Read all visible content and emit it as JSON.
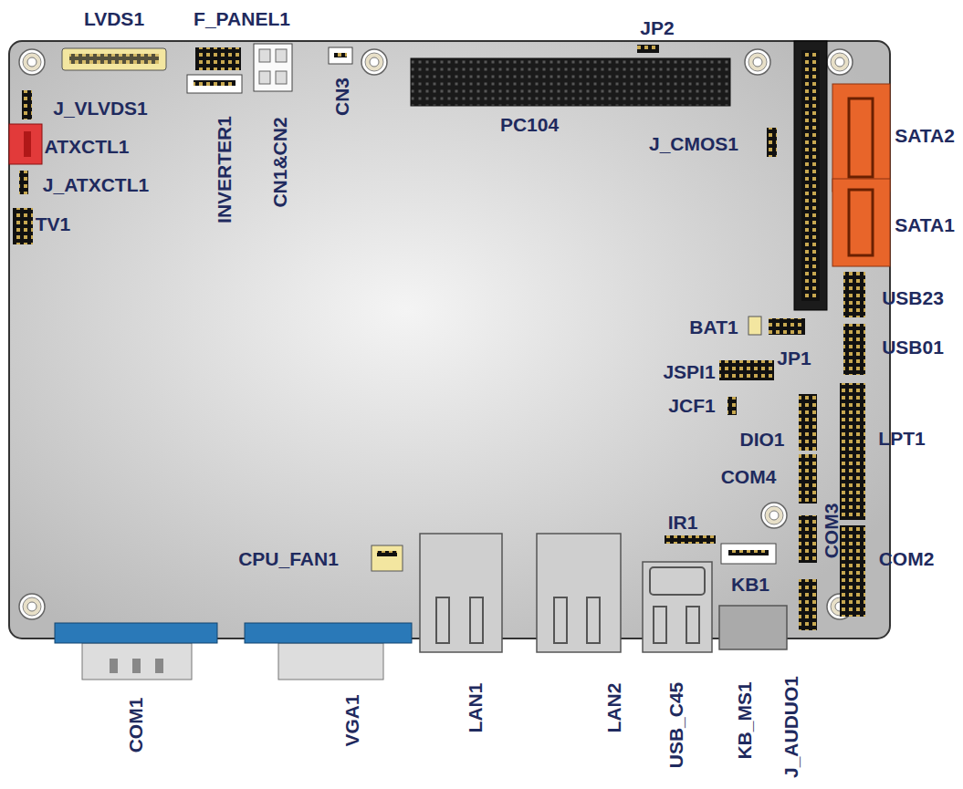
{
  "diagram": {
    "labels": [
      "LVDS1",
      "F_PANEL1",
      "JP2",
      "J_VLVDS1",
      "ATXCTL1",
      "J_ATXCTL1",
      "TV1",
      "INVERTER1",
      "CN1&CN2",
      "CN3",
      "PC104",
      "J_CMOS1",
      "SATA2",
      "SATA1",
      "USB23",
      "BAT1",
      "JP1",
      "USB01",
      "JSPI1",
      "JCF1",
      "DIO1",
      "LPT1",
      "COM4",
      "COM3",
      "IR1",
      "CPU_FAN1",
      "KB1",
      "COM2",
      "COM1",
      "VGA1",
      "LAN1",
      "LAN2",
      "USB_C45",
      "KB_MS1",
      "J_AUDUO1"
    ]
  }
}
